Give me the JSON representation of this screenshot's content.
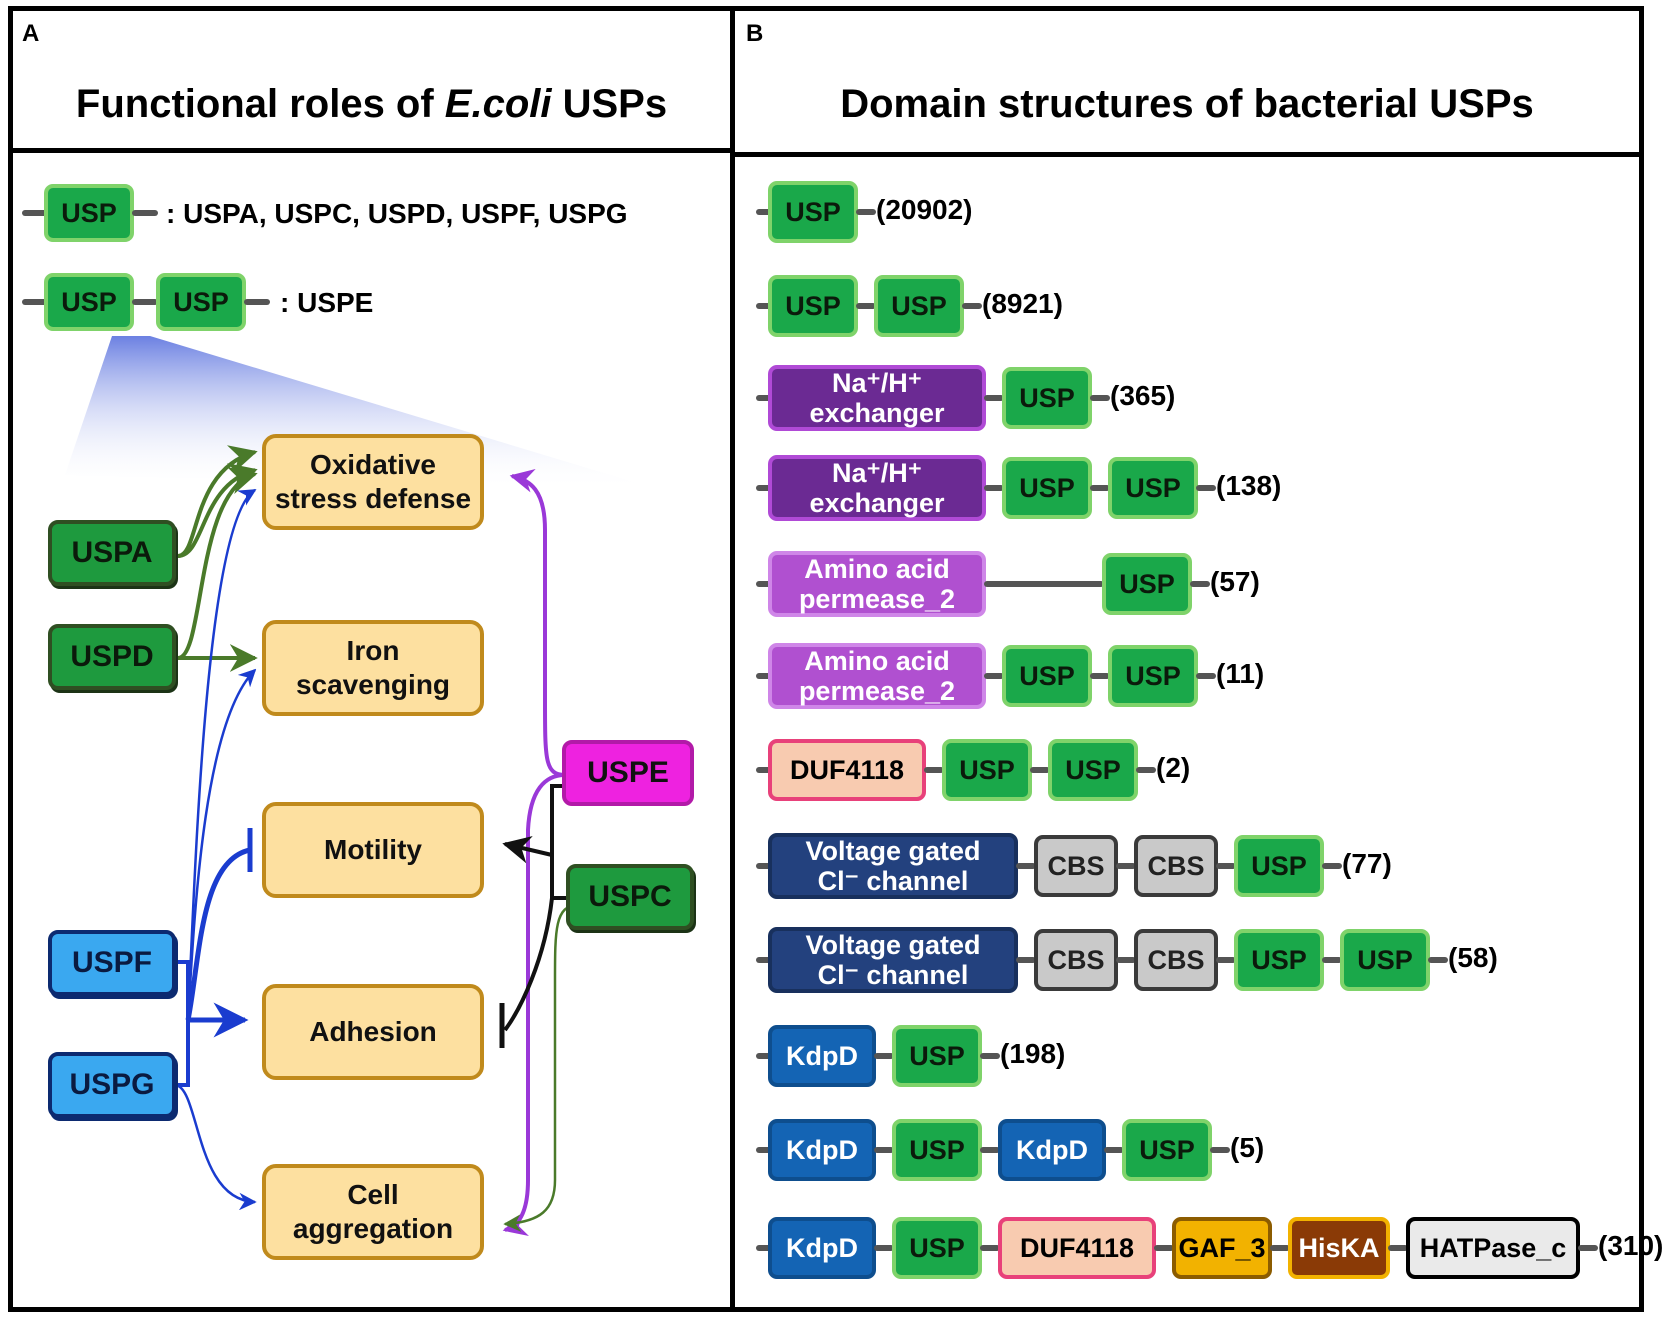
{
  "panelA": {
    "letter": "A",
    "title_pre": "Functional roles of ",
    "title_italic": "E.coli",
    "title_post": " USPs",
    "legend1": {
      "domain": "USP",
      "text": ": USPA, USPC, USPD, USPF, USPG"
    },
    "legend2": {
      "domain1": "USP",
      "domain2": "USP",
      "text": ": USPE"
    },
    "processes": [
      "Oxidative\nstress defense",
      "Iron\nscavenging",
      "Motility",
      "Adhesion",
      "Cell\naggregation"
    ],
    "genes": {
      "uspa": "USPA",
      "uspd": "USPD",
      "uspe": "USPE",
      "uspc": "USPC",
      "uspf": "USPF",
      "uspg": "USPG"
    },
    "colors": {
      "green_arrow": "#4a7a2a",
      "blue_arrow": "#1a3ccf",
      "purple_arrow": "#9a38d8",
      "black_arrow": "#111111"
    }
  },
  "panelB": {
    "letter": "B",
    "title": "Domain structures of bacterial USPs",
    "rows": [
      {
        "domains": [
          "USP"
        ],
        "count": "(20902)"
      },
      {
        "domains": [
          "USP",
          "USP"
        ],
        "count": "(8921)"
      },
      {
        "domains": [
          "Na⁺/H⁺\nexchanger",
          "USP"
        ],
        "count": "(365)"
      },
      {
        "domains": [
          "Na⁺/H⁺\nexchanger",
          "USP",
          "USP"
        ],
        "count": "(138)"
      },
      {
        "domains": [
          "Amino acid\npermease_2",
          "USP"
        ],
        "count": "(57)"
      },
      {
        "domains": [
          "Amino acid\npermease_2",
          "USP",
          "USP"
        ],
        "count": "(11)"
      },
      {
        "domains": [
          "DUF4118",
          "USP",
          "USP"
        ],
        "count": "(2)"
      },
      {
        "domains": [
          "Voltage gated\nCl⁻ channel",
          "CBS",
          "CBS",
          "USP"
        ],
        "count": "(77)"
      },
      {
        "domains": [
          "Voltage gated\nCl⁻ channel",
          "CBS",
          "CBS",
          "USP",
          "USP"
        ],
        "count": "(58)"
      },
      {
        "domains": [
          "KdpD",
          "USP"
        ],
        "count": "(198)"
      },
      {
        "domains": [
          "KdpD",
          "USP",
          "KdpD",
          "USP"
        ],
        "count": "(5)"
      },
      {
        "domains": [
          "KdpD",
          "USP",
          "DUF4118",
          "GAF_3",
          "HisKA",
          "HATPase_c"
        ],
        "count": "(310)"
      }
    ]
  }
}
